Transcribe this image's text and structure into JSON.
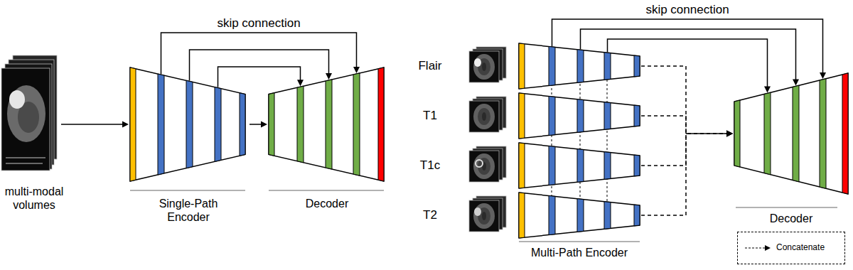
{
  "diagram": {
    "nodes": [
      {
        "text": [
          "multi-modal volumes"
        ]
      },
      {
        "text": [
          "Single-Path Encoder"
        ]
      },
      {
        "text": [
          "Decoder"
        ]
      },
      {
        "text": [
          "Flair"
        ]
      },
      {
        "text": [
          "T1"
        ]
      },
      {
        "text": [
          "T1c"
        ]
      },
      {
        "text": [
          "T2"
        ]
      },
      {
        "text": [
          "Decoder"
        ]
      }
    ],
    "edges": [
      {
        "from": 0,
        "to": 1,
        "arrow": "to"
      },
      {
        "from": 1,
        "to": 2,
        "arrow": "to"
      },
      {
        "from": 1,
        "to": 2,
        "label": "skip connection",
        "arrow": "to"
      },
      {
        "from": 1,
        "to": 2,
        "arrow": "to"
      },
      {
        "from": 1,
        "to": 2,
        "arrow": "to"
      },
      {
        "from": 3,
        "to": 7,
        "arrow": "to"
      },
      {
        "from": 4,
        "to": 7,
        "arrow": "to"
      },
      {
        "from": 5,
        "to": 7,
        "arrow": "to"
      },
      {
        "from": 6,
        "to": 7,
        "arrow": "to"
      },
      {
        "from": 3,
        "to": 7,
        "label": "skip connection",
        "arrow": "to"
      },
      {
        "from": 3,
        "to": 7,
        "arrow": "to"
      },
      {
        "from": 3,
        "to": 7,
        "arrow": "to"
      }
    ],
    "labels": [
      "Multi-Path Encoder"
    ],
    "legend": [
      {
        "text": "Concatenate"
      }
    ]
  }
}
